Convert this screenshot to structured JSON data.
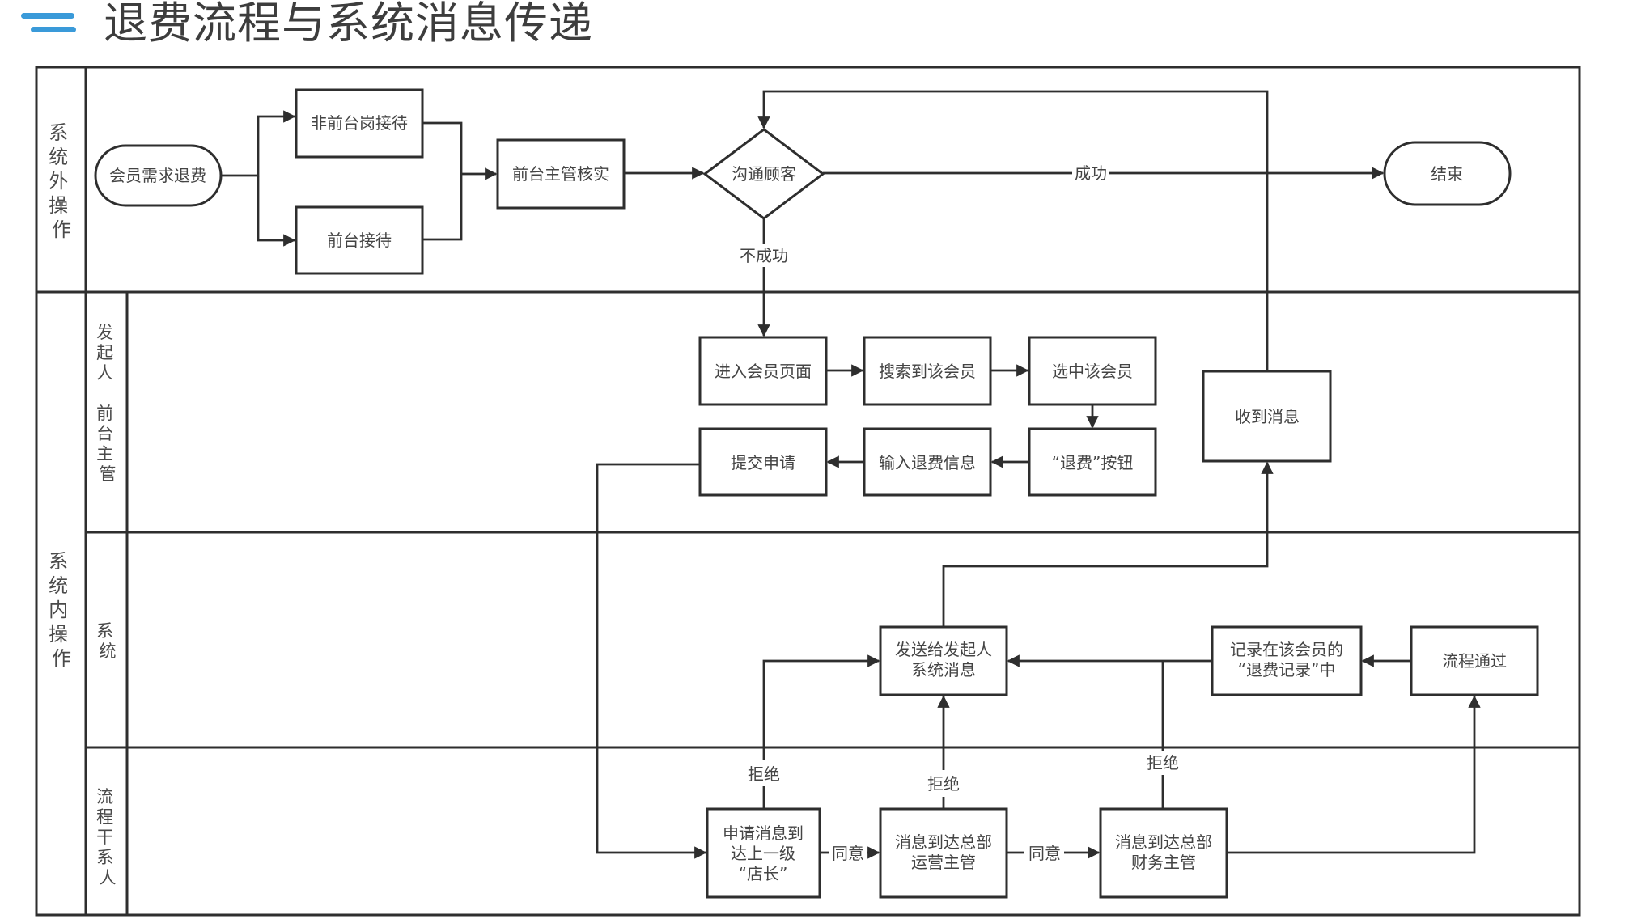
{
  "title": "退费流程与系统消息传递",
  "colors": {
    "accent": "#3a9ad9",
    "stroke": "#2e2e2e",
    "text": "#444444"
  },
  "lanes": {
    "outside": {
      "label": "系统外操作"
    },
    "inside": {
      "label": "系统内操作"
    },
    "initiator": {
      "label_line1": "发起人",
      "label_line2": "前台主管"
    },
    "system": {
      "label": "系统"
    },
    "stakeholders": {
      "label": "流程干系人"
    }
  },
  "nodes": {
    "start": {
      "label": "会员需求退费",
      "shape": "terminal"
    },
    "non_front_desk": {
      "label": "非前台岗接待",
      "shape": "process"
    },
    "front_desk": {
      "label": "前台接待",
      "shape": "process"
    },
    "supervisor_verify": {
      "label": "前台主管核实",
      "shape": "process"
    },
    "contact_customer": {
      "label": "沟通顾客",
      "shape": "decision"
    },
    "end": {
      "label": "结束",
      "shape": "terminal"
    },
    "enter_member_page": {
      "label": "进入会员页面",
      "shape": "process"
    },
    "search_member": {
      "label": "搜索到该会员",
      "shape": "process"
    },
    "select_member": {
      "label": "选中该会员",
      "shape": "process"
    },
    "refund_button": {
      "label": "“退费”按钮",
      "shape": "process"
    },
    "input_refund_info": {
      "label": "输入退费信息",
      "shape": "process"
    },
    "submit_request": {
      "label": "提交申请",
      "shape": "process"
    },
    "receive_message": {
      "label": "收到消息",
      "shape": "process"
    },
    "send_system_message": {
      "line1": "发送给发起人",
      "line2": "系统消息",
      "shape": "process"
    },
    "record_refund": {
      "line1": "记录在该会员的",
      "line2": "“退费记录”中",
      "shape": "process"
    },
    "process_passed": {
      "label": "流程通过",
      "shape": "process"
    },
    "request_store_manager": {
      "line1": "申请消息到",
      "line2": "达上一级",
      "line3": "“店长”",
      "shape": "process"
    },
    "hq_operations": {
      "line1": "消息到达总部",
      "line2": "运营主管",
      "shape": "process"
    },
    "hq_finance": {
      "line1": "消息到达总部",
      "line2": "财务主管",
      "shape": "process"
    }
  },
  "edge_labels": {
    "success": "成功",
    "failure": "不成功",
    "agree_1": "同意",
    "agree_2": "同意",
    "reject_1": "拒绝",
    "reject_2": "拒绝",
    "reject_3": "拒绝"
  }
}
